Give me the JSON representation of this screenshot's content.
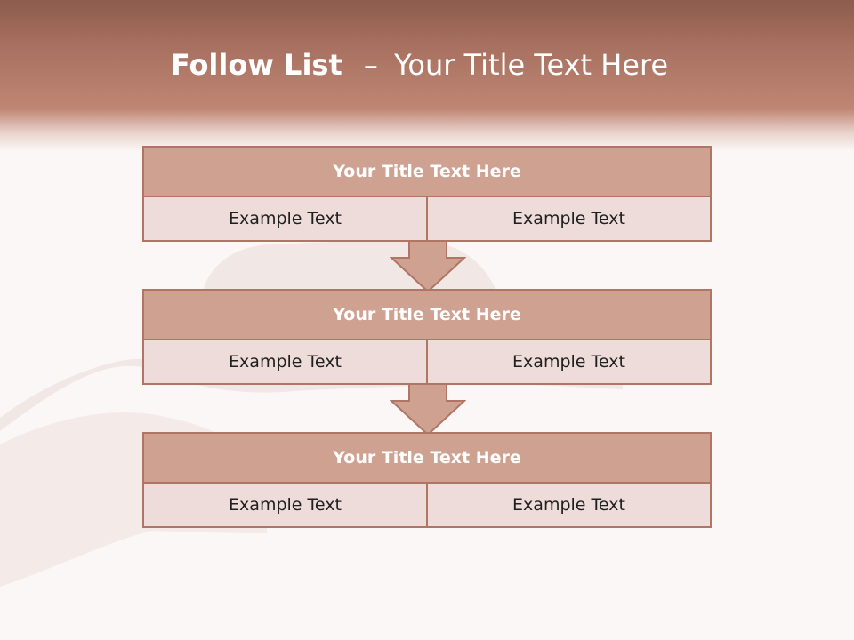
{
  "title": {
    "bold": "Follow List",
    "dash": "–",
    "rest": "Your Title Text Here"
  },
  "steps": [
    {
      "title": "Your Title Text Here",
      "left": "Example Text",
      "right": "Example Text"
    },
    {
      "title": "Your Title Text Here",
      "left": "Example Text",
      "right": "Example Text"
    },
    {
      "title": "Your Title Text Here",
      "left": "Example Text",
      "right": "Example Text"
    }
  ],
  "colors": {
    "header": "#bf8674",
    "box_title": "#cfa191",
    "box_body": "#eddcd9",
    "border": "#b07565",
    "arrow": "#cfa191"
  }
}
